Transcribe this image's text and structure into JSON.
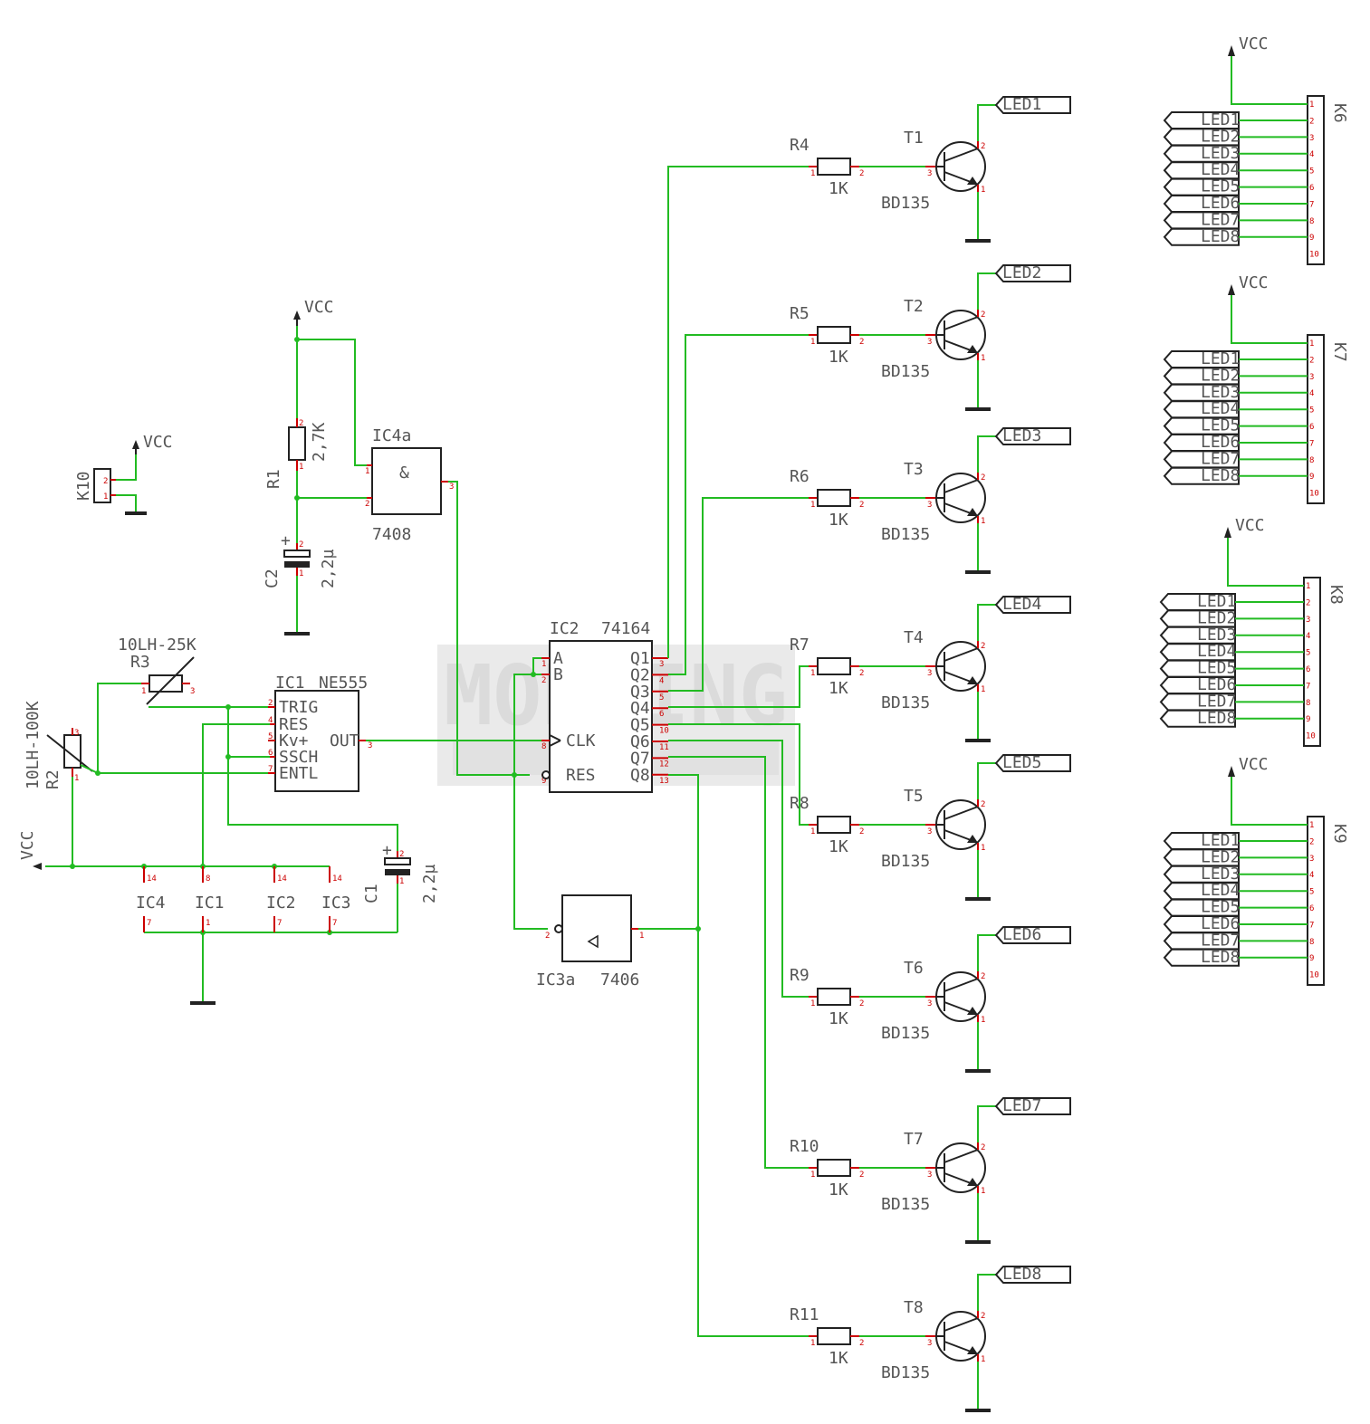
{
  "colors": {
    "wire": "#22bb22",
    "pin": "#cc0000",
    "body": "#222222",
    "text": "#555555",
    "watermark": "#cfcfcf"
  },
  "watermark": {
    "line1": "MODDING"
  },
  "supply": "VCC",
  "k10": {
    "name": "K10",
    "pins": [
      "2",
      "1"
    ]
  },
  "r1": {
    "name": "R1",
    "value": "2,7K",
    "pins": [
      "2",
      "1"
    ]
  },
  "c2": {
    "name": "C2",
    "value": "2,2µ",
    "pins": [
      "2",
      "1"
    ],
    "plus": "+"
  },
  "ic4a": {
    "name": "IC4a",
    "part": "7408",
    "symbol": "&",
    "pins": [
      "1",
      "2",
      "3"
    ]
  },
  "r3": {
    "name": "R3",
    "value": "10LH-25K",
    "pins": [
      "1",
      "3"
    ]
  },
  "r2": {
    "name": "R2",
    "value": "10LH-100K",
    "pins": [
      "3",
      "1"
    ]
  },
  "ic1": {
    "name": "IC1",
    "part": "NE555",
    "inputs": [
      {
        "label": "TRIG",
        "pin": "2"
      },
      {
        "label": "RES",
        "pin": "4"
      },
      {
        "label": "Kv+",
        "pin": "5"
      },
      {
        "label": "SSCH",
        "pin": "6"
      },
      {
        "label": "ENTL",
        "pin": "7"
      }
    ],
    "output": {
      "label": "OUT",
      "pin": "3"
    }
  },
  "ic2": {
    "name": "IC2",
    "part": "74164",
    "inputs": [
      {
        "label": "A",
        "pin": "1"
      },
      {
        "label": "B",
        "pin": "2"
      },
      {
        "label": "CLK",
        "pin": "8"
      },
      {
        "label": "RES",
        "pin": "9"
      }
    ],
    "outputs": [
      {
        "label": "Q1",
        "pin": "3"
      },
      {
        "label": "Q2",
        "pin": "4"
      },
      {
        "label": "Q3",
        "pin": "5"
      },
      {
        "label": "Q4",
        "pin": "6"
      },
      {
        "label": "Q5",
        "pin": "10"
      },
      {
        "label": "Q6",
        "pin": "11"
      },
      {
        "label": "Q7",
        "pin": "12"
      },
      {
        "label": "Q8",
        "pin": "13"
      }
    ]
  },
  "ic3a": {
    "name": "IC3a",
    "part": "7406",
    "pins": [
      "2",
      "1"
    ]
  },
  "c1": {
    "name": "C1",
    "value": "2,2µ",
    "pins": [
      "2",
      "1"
    ],
    "plus": "+"
  },
  "power": [
    {
      "name": "IC4",
      "vcc_pin": "14",
      "gnd_pin": "7"
    },
    {
      "name": "IC1",
      "vcc_pin": "8",
      "gnd_pin": "1"
    },
    {
      "name": "IC2",
      "vcc_pin": "14",
      "gnd_pin": "7"
    },
    {
      "name": "IC3",
      "vcc_pin": "14",
      "gnd_pin": "7"
    }
  ],
  "drivers": [
    {
      "r": "R4",
      "value": "1K",
      "t": "T1",
      "part": "BD135",
      "led": "LED1",
      "pins": [
        "1",
        "2",
        "3",
        "2",
        "1"
      ]
    },
    {
      "r": "R5",
      "value": "1K",
      "t": "T2",
      "part": "BD135",
      "led": "LED2",
      "pins": [
        "1",
        "2",
        "3",
        "2",
        "1"
      ]
    },
    {
      "r": "R6",
      "value": "1K",
      "t": "T3",
      "part": "BD135",
      "led": "LED3",
      "pins": [
        "1",
        "2",
        "3",
        "2",
        "1"
      ]
    },
    {
      "r": "R7",
      "value": "1K",
      "t": "T4",
      "part": "BD135",
      "led": "LED4",
      "pins": [
        "1",
        "2",
        "3",
        "2",
        "1"
      ]
    },
    {
      "r": "R8",
      "value": "1K",
      "t": "T5",
      "part": "BD135",
      "led": "LED5",
      "pins": [
        "1",
        "2",
        "3",
        "2",
        "1"
      ]
    },
    {
      "r": "R9",
      "value": "1K",
      "t": "T6",
      "part": "BD135",
      "led": "LED6",
      "pins": [
        "1",
        "2",
        "3",
        "2",
        "1"
      ]
    },
    {
      "r": "R10",
      "value": "1K",
      "t": "T7",
      "part": "BD135",
      "led": "LED7",
      "pins": [
        "1",
        "2",
        "3",
        "2",
        "1"
      ]
    },
    {
      "r": "R11",
      "value": "1K",
      "t": "T8",
      "part": "BD135",
      "led": "LED8",
      "pins": [
        "1",
        "2",
        "3",
        "2",
        "1"
      ]
    }
  ],
  "connectors": [
    {
      "name": "K6",
      "labels": [
        "LED1",
        "LED2",
        "LED3",
        "LED4",
        "LED5",
        "LED6",
        "LED7",
        "LED8"
      ],
      "pins": [
        "1",
        "2",
        "3",
        "4",
        "5",
        "6",
        "7",
        "8",
        "9",
        "10"
      ]
    },
    {
      "name": "K7",
      "labels": [
        "LED1",
        "LED2",
        "LED3",
        "LED4",
        "LED5",
        "LED6",
        "LED7",
        "LED8"
      ],
      "pins": [
        "1",
        "2",
        "3",
        "4",
        "5",
        "6",
        "7",
        "8",
        "9",
        "10"
      ]
    },
    {
      "name": "K8",
      "labels": [
        "LED1",
        "LED2",
        "LED3",
        "LED4",
        "LED5",
        "LED6",
        "LED7",
        "LED8"
      ],
      "pins": [
        "1",
        "2",
        "3",
        "4",
        "5",
        "6",
        "7",
        "8",
        "9",
        "10"
      ]
    },
    {
      "name": "K9",
      "labels": [
        "LED1",
        "LED2",
        "LED3",
        "LED4",
        "LED5",
        "LED6",
        "LED7",
        "LED8"
      ],
      "pins": [
        "1",
        "2",
        "3",
        "4",
        "5",
        "6",
        "7",
        "8",
        "9",
        "10"
      ]
    }
  ]
}
